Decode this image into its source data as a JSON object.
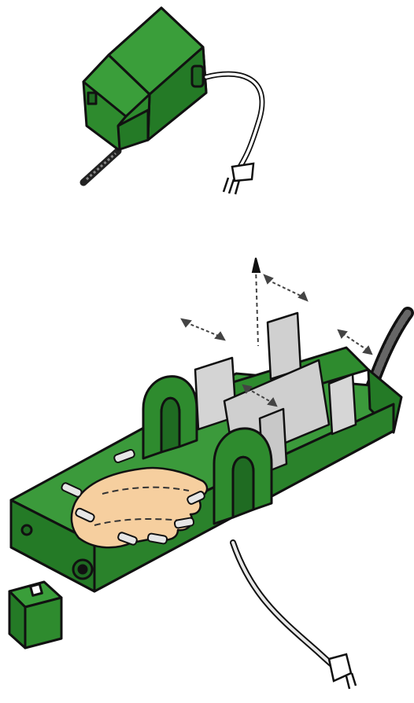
{
  "colors": {
    "device_green": "#2e8b2e",
    "device_green_dark": "#1f6b22",
    "outline": "#111111",
    "panel_gray": "#cfcfcf",
    "hand_skin": "#f6cf9f",
    "cable": "#9a9a9a",
    "background": "#ffffff"
  },
  "top_device": {
    "icon": "closed-device-icon",
    "parts": [
      "housing",
      "power-cord",
      "plug",
      "threaded-rod"
    ]
  },
  "bottom_device": {
    "icon": "opened-device-icon",
    "parts": [
      "tray",
      "hand",
      "gray-panels",
      "arm-supports",
      "coiled-hose",
      "end-cap",
      "power-cord",
      "plug",
      "movement-arrows"
    ]
  }
}
